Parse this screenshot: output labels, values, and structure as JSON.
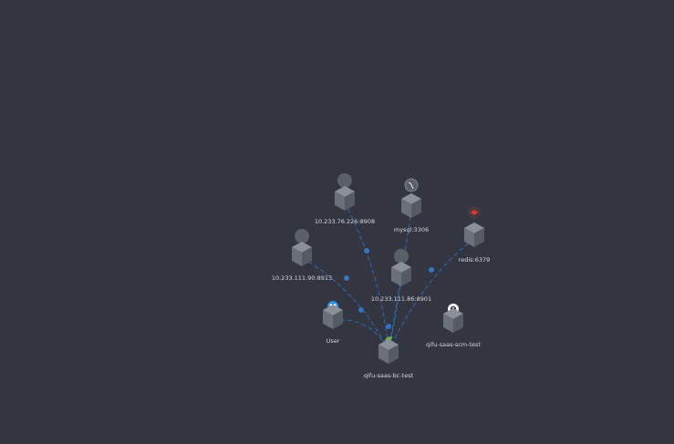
{
  "colors": {
    "background": "#333640",
    "edge": "#2e6fb8",
    "edge_dot": "#3273c2",
    "label": "#d4d7de",
    "cube_top": "#8a8f99",
    "cube_left": "#6a6f79",
    "cube_right": "#565a63",
    "avatar": "#5a5f69",
    "redis": "#d8383a",
    "user_badge": "#2f8fe0",
    "leaf": "#6ab04c"
  },
  "topology": {
    "nodes": [
      {
        "id": "n1",
        "label": "10.233.76.226:8908",
        "badge": "generic-service-icon"
      },
      {
        "id": "n2",
        "label": "mysql:3306",
        "badge": "mysql-dolphin-icon"
      },
      {
        "id": "n3",
        "label": "10.233.111.90:8913",
        "badge": "generic-service-icon"
      },
      {
        "id": "n4",
        "label": "redis:6379",
        "badge": "redis-icon"
      },
      {
        "id": "n5",
        "label": "10.233.111.86:8901",
        "badge": "generic-service-icon"
      },
      {
        "id": "n6",
        "label": "User",
        "badge": "user-group-icon"
      },
      {
        "id": "n7",
        "label": "qifu-saas-scm-test",
        "badge": "unknown-service-icon"
      },
      {
        "id": "n8",
        "label": "qifu-saas-bc-test",
        "badge": "leaf-icon"
      }
    ],
    "edges": [
      {
        "from": "n6",
        "to": "n8"
      },
      {
        "from": "n3",
        "to": "n8"
      },
      {
        "from": "n1",
        "to": "n8"
      },
      {
        "from": "n5",
        "to": "n8"
      },
      {
        "from": "n2",
        "to": "n8"
      },
      {
        "from": "n4",
        "to": "n8"
      }
    ]
  }
}
